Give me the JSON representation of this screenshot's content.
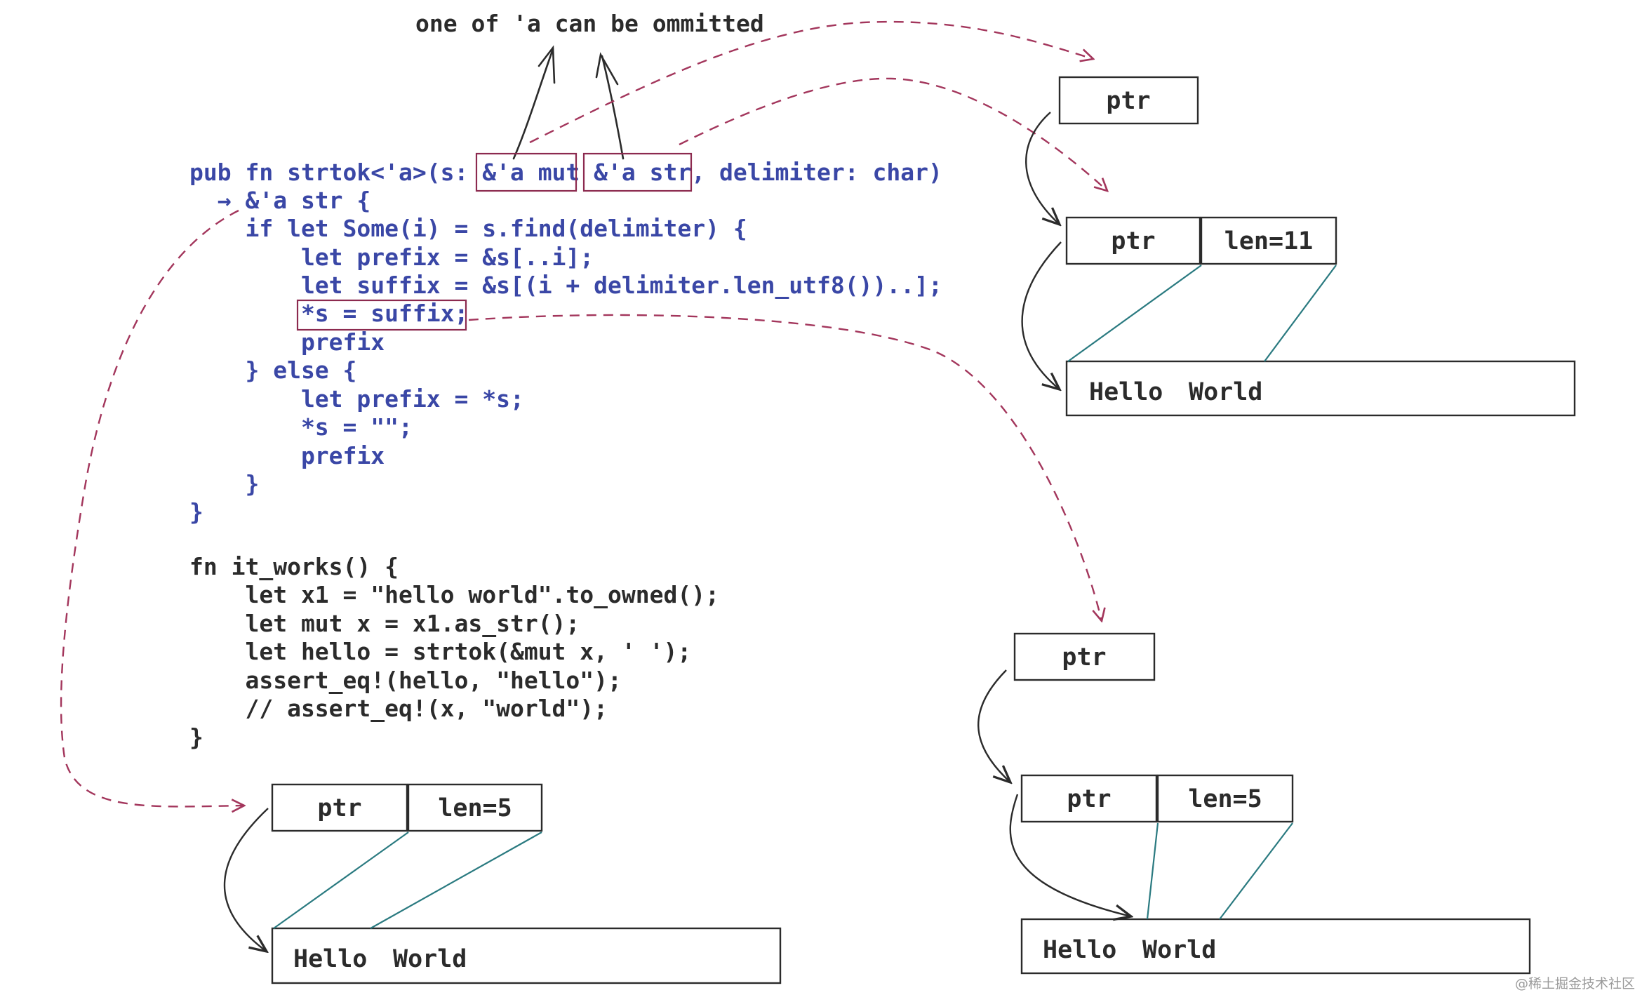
{
  "annotation": "one of 'a can be ommitted",
  "code": {
    "strtok": [
      "pub fn strtok<'a>(s: &'a mut &'a str, delimiter: char)",
      "  → &'a str {",
      "    if let Some(i) = s.find(delimiter) {",
      "        let prefix = &s[..i];",
      "        let suffix = &s[(i + delimiter.len_utf8())..];",
      "        *s = suffix;",
      "        prefix",
      "    } else {",
      "        let prefix = *s;",
      "        *s = \"\";",
      "        prefix",
      "    }",
      "}"
    ],
    "it_works": [
      "fn it_works() {",
      "    let x1 = \"hello world\".to_owned();",
      "    let mut x = x1.as_str();",
      "    let hello = strtok(&mut x, ' ');",
      "    assert_eq!(hello, \"hello\");",
      "    // assert_eq!(x, \"world\");",
      "}"
    ]
  },
  "diagrams": {
    "top_right": {
      "outer_ptr": "ptr",
      "ptr": "ptr",
      "len": "len=11",
      "buffer_word1": "Hello",
      "buffer_word2": "World"
    },
    "bottom_left": {
      "ptr": "ptr",
      "len": "len=5",
      "buffer_word1": "Hello",
      "buffer_word2": "World"
    },
    "bottom_right": {
      "outer_ptr": "ptr",
      "ptr": "ptr",
      "len": "len=5",
      "buffer_word1": "Hello",
      "buffer_word2": "World"
    }
  },
  "watermark": "@稀土掘金技术社区",
  "colors": {
    "code_blue": "#3a47a6",
    "code_dark": "#2b2b2b",
    "highlight_box": "#8c2a4f",
    "dashed_arrow": "#a3365c",
    "teal_line": "#2a7a80",
    "ink": "#2b2b2b"
  }
}
